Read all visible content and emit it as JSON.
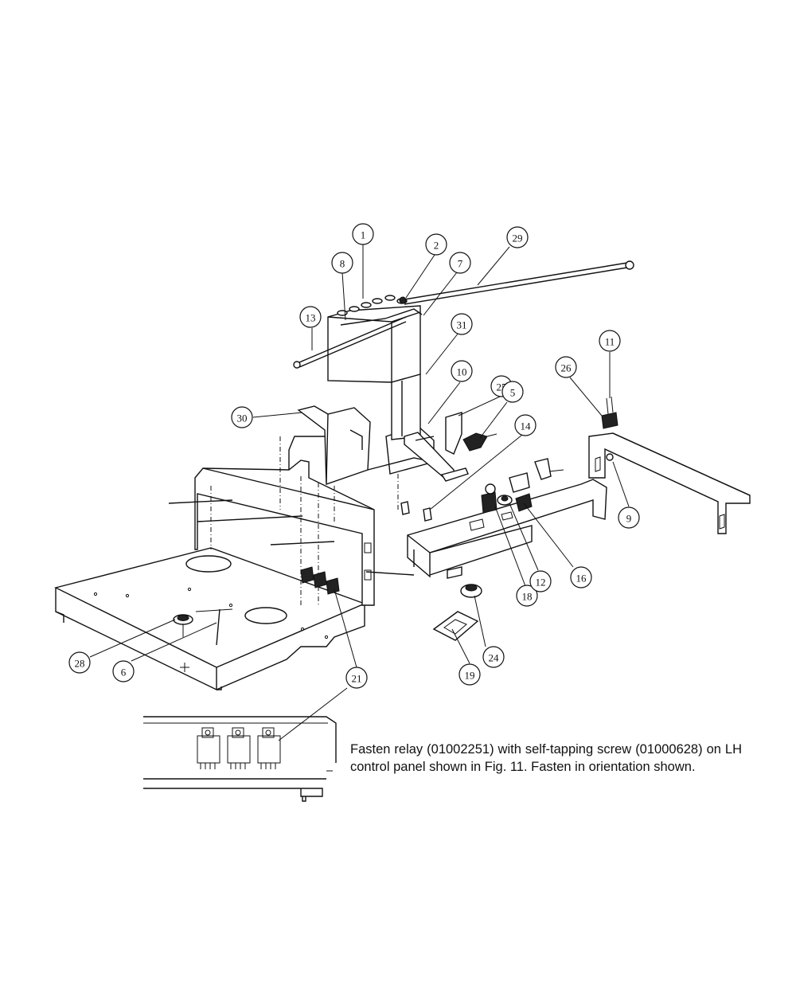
{
  "diagram": {
    "callouts": [
      {
        "label": "1"
      },
      {
        "label": "2"
      },
      {
        "label": "29"
      },
      {
        "label": "8"
      },
      {
        "label": "7"
      },
      {
        "label": "13"
      },
      {
        "label": "31"
      },
      {
        "label": "11"
      },
      {
        "label": "10"
      },
      {
        "label": "26"
      },
      {
        "label": "25"
      },
      {
        "label": "5"
      },
      {
        "label": "30"
      },
      {
        "label": "14"
      },
      {
        "label": "9"
      },
      {
        "label": "18"
      },
      {
        "label": "12"
      },
      {
        "label": "16"
      },
      {
        "label": "24"
      },
      {
        "label": "19"
      },
      {
        "label": "28"
      },
      {
        "label": "6"
      },
      {
        "label": "21"
      }
    ],
    "note": "Fasten relay (01002251) with self-tapping screw (01000628) on LH control panel shown in Fig. 11. Fasten in orientation shown."
  }
}
